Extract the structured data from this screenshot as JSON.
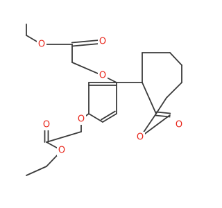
{
  "atoms": [
    {
      "id": "O_top_ether",
      "label": "O",
      "color": "#e8251a"
    },
    {
      "id": "O_top_carbonyl",
      "label": "O",
      "color": "#e8251a"
    },
    {
      "id": "O_aryl_1",
      "label": "O",
      "color": "#e8251a"
    },
    {
      "id": "O_aryl_3",
      "label": "O",
      "color": "#e8251a"
    },
    {
      "id": "O_lactone_ring",
      "label": "O",
      "color": "#e8251a"
    },
    {
      "id": "O_lactone_carbonyl",
      "label": "O",
      "color": "#e8251a"
    },
    {
      "id": "O_bottom_carbonyl",
      "label": "O",
      "color": "#e8251a"
    },
    {
      "id": "O_bottom_ether",
      "label": "O",
      "color": "#e8251a"
    }
  ],
  "colors": {
    "bond": "#3a3a3a",
    "oxygen": "#e8251a",
    "background": "#ffffff"
  }
}
